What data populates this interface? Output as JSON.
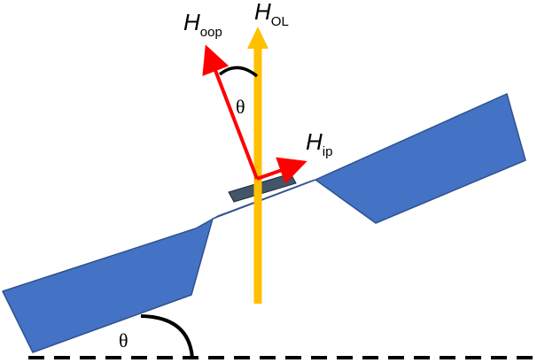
{
  "labels": {
    "h_oop_main": "H",
    "h_oop_sub": "oop",
    "h_ol_main": "H",
    "h_ol_sub": "OL",
    "h_ip_main": "H",
    "h_ip_sub": "ip",
    "theta_upper": "θ",
    "theta_lower": "θ"
  },
  "colors": {
    "substrate": "#4472c4",
    "substrate_edge": "#2f528f",
    "field_ol": "#ffc000",
    "field_components": "#ff0000",
    "angle_arc": "#000000",
    "sample_chip": "#44546a",
    "baseline": "#000000"
  },
  "icons": {
    "h_ol_arrow": "arrow-up",
    "h_oop_arrow": "arrow-up-left",
    "h_ip_arrow": "arrow-right"
  }
}
